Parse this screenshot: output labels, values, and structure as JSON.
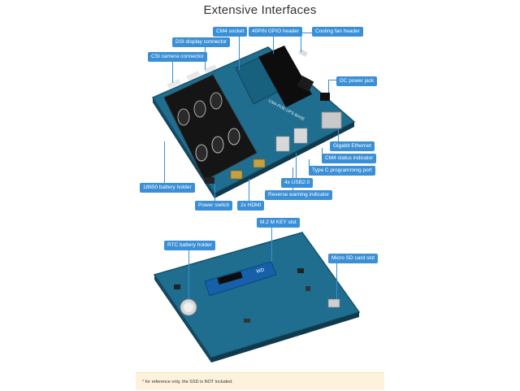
{
  "title": "Extensive Interfaces",
  "labels": {
    "cm4_socket": "CM4 socket",
    "gpio_header": "40PIN GPIO header",
    "cooling_fan_header": "Cooling fan header",
    "dsi_connector": "DSI display connector",
    "csi_connector": "CSI camera connector",
    "dc_power_jack": "DC power jack",
    "gigabit_ethernet": "Gigabit Ethernet",
    "cm4_status_indicator": "CM4 status indicator",
    "type_c_port": "Type C programming port",
    "usb": "4x USB2.0",
    "reverse_indicator": "Reverse warning indicator",
    "battery_holder_18650": "18650 battery holder",
    "power_switch": "Power switch",
    "hdmi": "2x HDMI",
    "m2_slot": "M.2 M KEY slot",
    "rtc_battery_holder": "RTC battery holder",
    "micro_sd_slot": "Micro SD card slot"
  },
  "board_silkscreen": "CM4-POE-UPS-BASE",
  "ssd_label": "WD",
  "footnote": {
    "star": "*",
    "text": " for reference only, the SSD is NOT included."
  },
  "colors": {
    "board": "#1f6d8f",
    "board_dark": "#16546f",
    "tag": "#3a8fd6",
    "footnote_bg": "#fdf3dc",
    "ssd": "#1560a8"
  }
}
